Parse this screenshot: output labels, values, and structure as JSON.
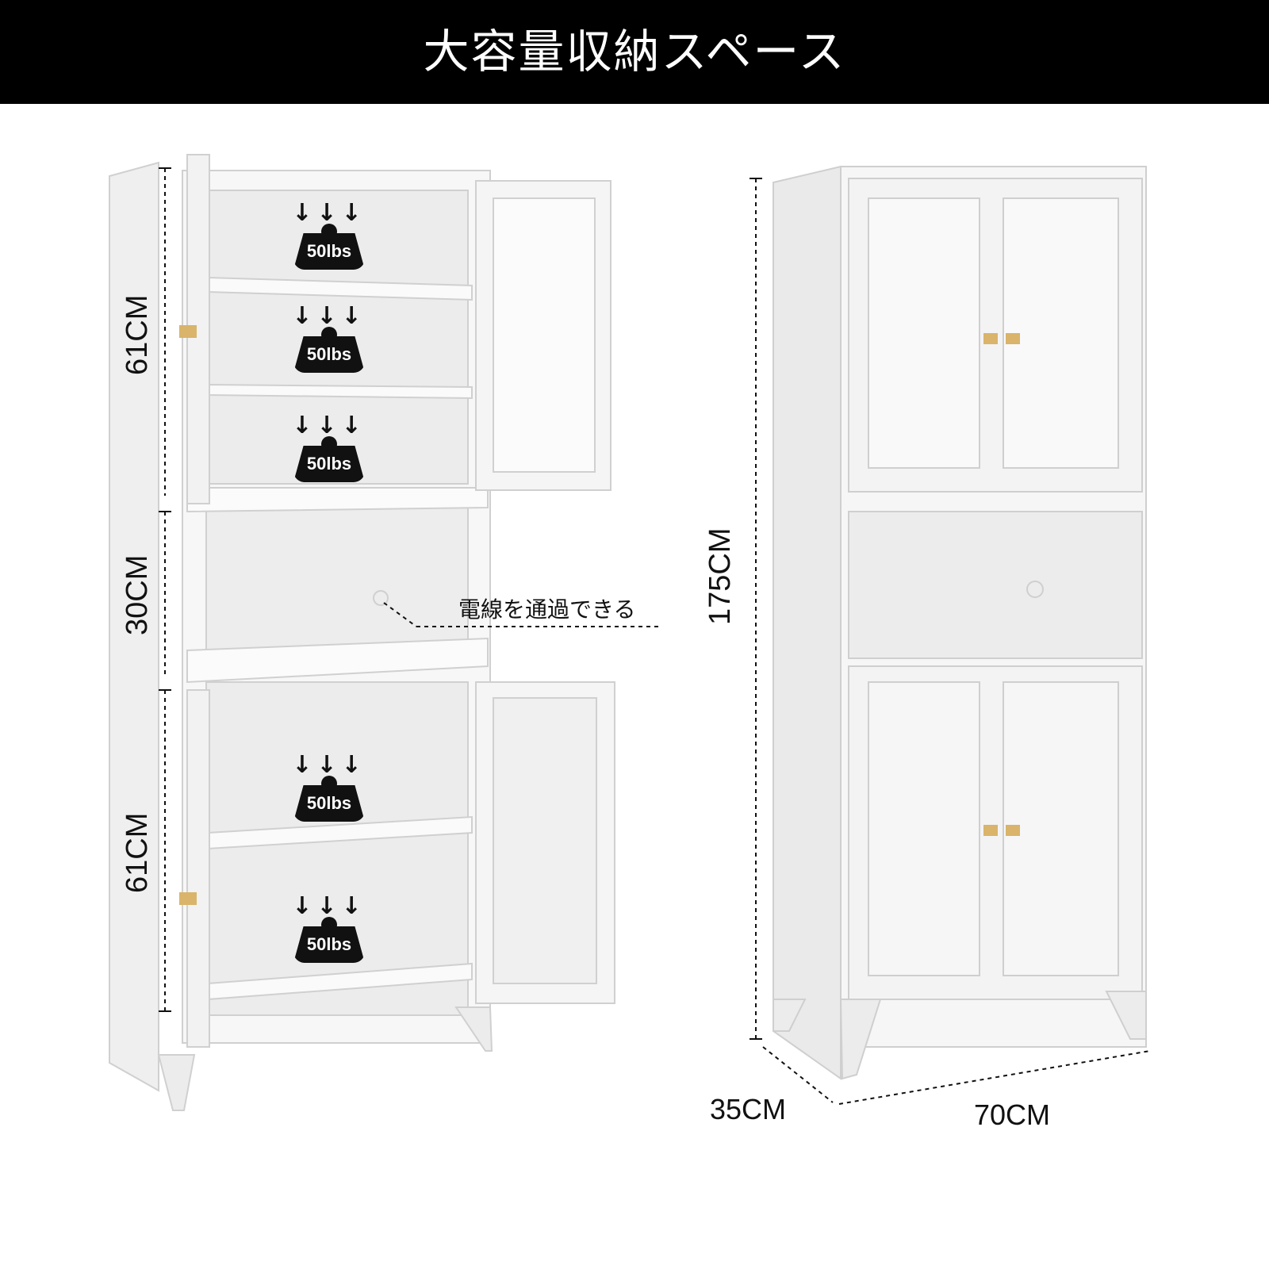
{
  "header": {
    "title": "大容量収納スペース",
    "bg_color": "#000000",
    "text_color": "#ffffff"
  },
  "dimensions": {
    "upper_height": "61CM",
    "middle_height": "30CM",
    "lower_height": "61CM",
    "total_height": "175CM",
    "depth": "35CM",
    "width": "70CM"
  },
  "load_badge": {
    "text": "50lbs",
    "arrows": "↓↓↓"
  },
  "cable_note": "電線を通過できる",
  "colors": {
    "cabinet": "#f4f4f4",
    "shade": "#e3e3e3",
    "handle": "#d9b46a"
  }
}
